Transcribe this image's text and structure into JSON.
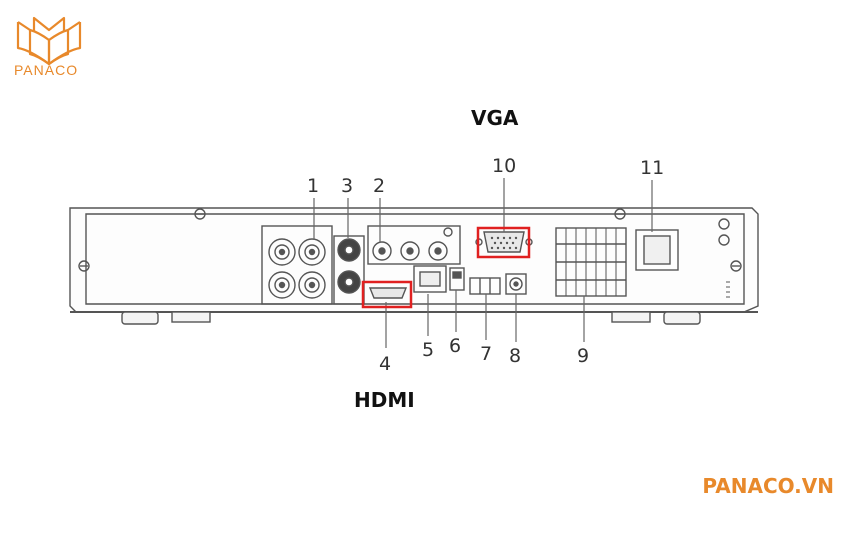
{
  "brand": {
    "logo_text": "PANACO",
    "website": "PANACO.VN",
    "accent_color": "#e8892b"
  },
  "headings": {
    "vga": "VGA",
    "hdmi": "HDMI"
  },
  "highlight_color": "#e02020",
  "callouts": [
    {
      "id": "1",
      "label": "1"
    },
    {
      "id": "2",
      "label": "2"
    },
    {
      "id": "3",
      "label": "3"
    },
    {
      "id": "4",
      "label": "4"
    },
    {
      "id": "5",
      "label": "5"
    },
    {
      "id": "6",
      "label": "6"
    },
    {
      "id": "7",
      "label": "7"
    },
    {
      "id": "8",
      "label": "8"
    },
    {
      "id": "9",
      "label": "9"
    },
    {
      "id": "10",
      "label": "10"
    },
    {
      "id": "11",
      "label": "11"
    }
  ]
}
